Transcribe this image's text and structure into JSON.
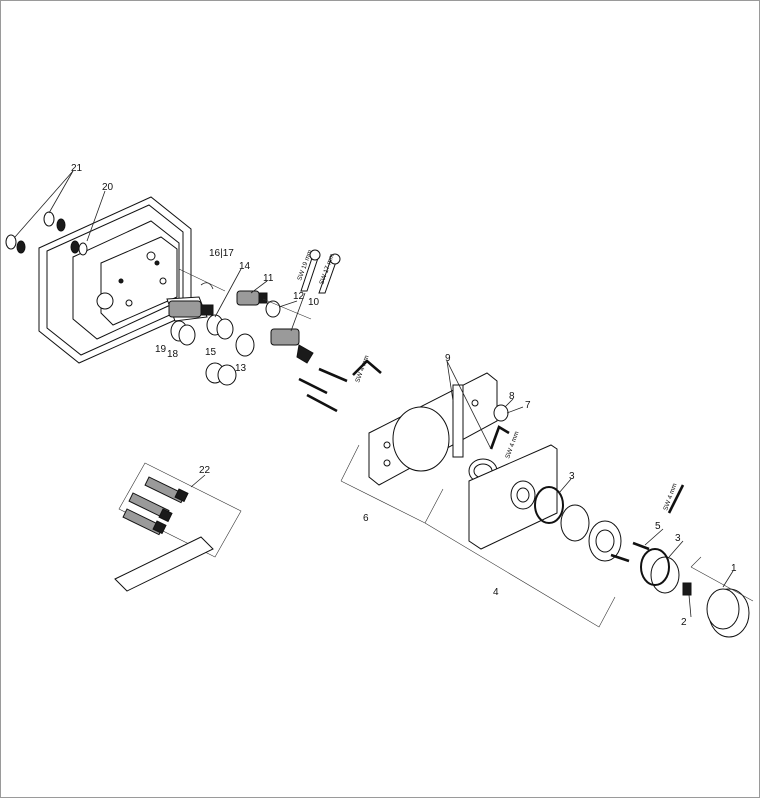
{
  "diagram": {
    "labels": {
      "l1": "1",
      "l2": "2",
      "l3a": "3",
      "l3b": "3",
      "l4": "4",
      "l5": "5",
      "l6": "6",
      "l7": "7",
      "l8": "8",
      "l9": "9",
      "l10": "10",
      "l11": "11",
      "l12": "12",
      "l13": "13",
      "l14": "14",
      "l15": "15",
      "l1617": "16|17",
      "l18": "18",
      "l19": "19",
      "l20": "20",
      "l21": "21",
      "l22": "22"
    },
    "tool_labels": {
      "sw19": "SW 19 mm",
      "sw17": "SW 17 mm",
      "sw4a": "SW 4 mm",
      "sw4b": "SW 4 mm",
      "sw4c": "SW 4 mm"
    }
  }
}
